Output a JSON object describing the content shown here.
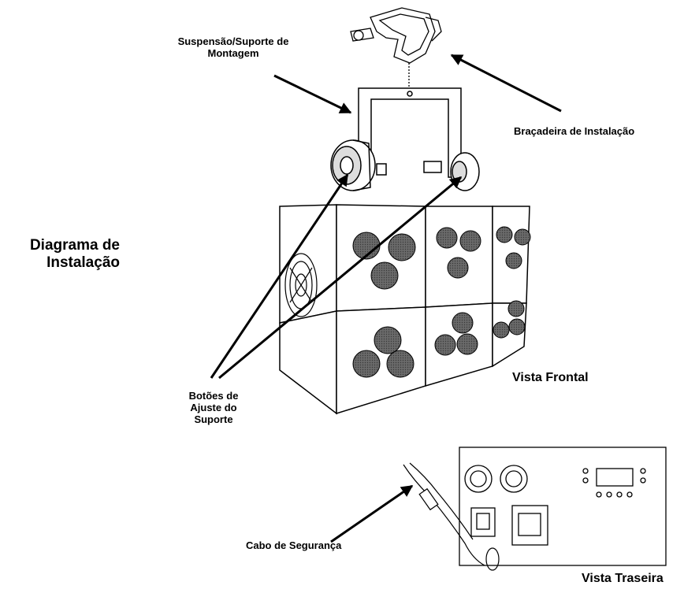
{
  "labels": {
    "suspension_bracket_line1": "Suspensão/Suporte de",
    "suspension_bracket_line2": "Montagem",
    "mounting_clamp": "Braçadeira de Instalação",
    "diagram_title_line1": "Diagrama de",
    "diagram_title_line2": "Instalação",
    "adjust_knobs_line1": "Botões de",
    "adjust_knobs_line2": "Ajuste do",
    "adjust_knobs_line3": "Suporte",
    "front_view": "Vista Frontal",
    "safety_cable": "Cabo de Segurança",
    "rear_view": "Vista Traseira"
  },
  "colors": {
    "line": "#000000",
    "lens": "#555555",
    "background": "#ffffff"
  },
  "icons": [
    "clamp-icon",
    "yoke-bracket-icon",
    "knob-icon",
    "fixture-body-icon",
    "lens-icon",
    "fan-icon",
    "xlr-connector-icon",
    "power-outlet-icon",
    "power-inlet-icon",
    "display-icon",
    "safety-cable-icon"
  ]
}
